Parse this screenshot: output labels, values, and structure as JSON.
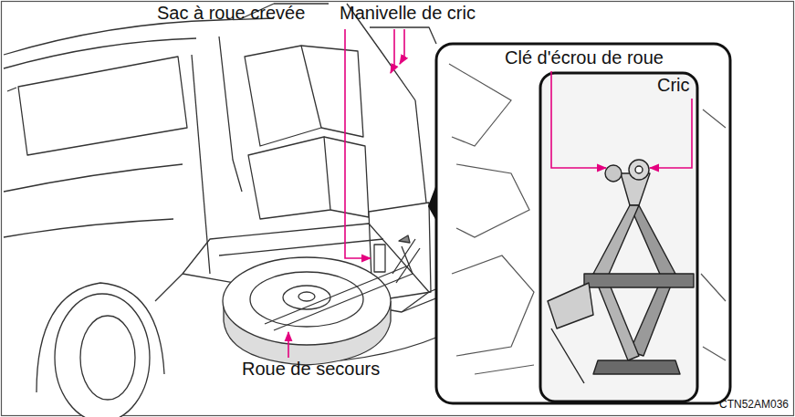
{
  "diagram": {
    "labels": [
      "Sac à roue crevée",
      "Manivelle de cric",
      "Clé d'écrou de roue",
      "Cric",
      "Roue de secours",
      "CTN52AM036"
    ]
  }
}
